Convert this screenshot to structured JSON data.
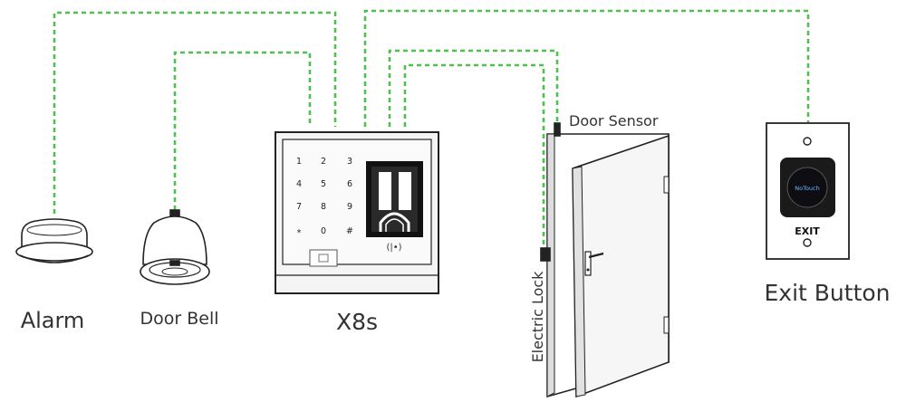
{
  "labels": {
    "alarm": "Alarm",
    "door_bell": "Door Bell",
    "device": "X8s",
    "door_sensor": "Door Sensor",
    "electric_lock": "Electric Lock",
    "exit_button": "Exit Button"
  },
  "keypad": {
    "keys": [
      "1",
      "2",
      "3",
      "4",
      "5",
      "6",
      "7",
      "8",
      "9",
      "*",
      "0",
      "#"
    ],
    "rfid_symbol": "(|•)",
    "card_icon": "card-icon"
  },
  "exit_device": {
    "brand": "NoTouch",
    "label": "EXIT"
  },
  "colors": {
    "wire": "#4fbf4f",
    "outline": "#222222",
    "device_face": "#f4f4f4",
    "dark": "#111111"
  }
}
